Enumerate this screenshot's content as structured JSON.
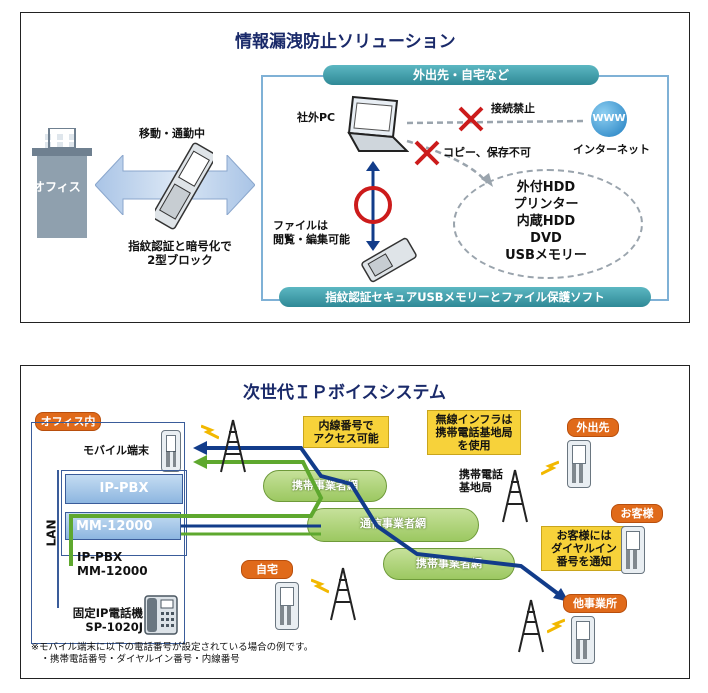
{
  "panel1": {
    "title": "情報漏洩防止ソリューション",
    "banner_top": "外出先・自宅など",
    "banner_bottom": "指紋認証セキュアUSBメモリーとファイル保護ソフト",
    "office_label": "オフィス",
    "moving_label": "移動・通勤中",
    "block_label": "指紋認証と暗号化で\n2型ブロック",
    "pc_label": "社外PC",
    "file_label": "ファイルは\n閲覧・編集可能",
    "connect_label": "接続禁止",
    "copy_label": "コピー、保存不可",
    "www_label": "WWW",
    "internet_label": "インターネット",
    "devices": [
      "外付HDD",
      "プリンター",
      "内蔵HDD",
      "DVD",
      "USBメモリー"
    ]
  },
  "panel2": {
    "title": "次世代ＩＰボイスシステム",
    "office_tag": "オフィス内",
    "mobile_label": "モバイル端末",
    "lan_label": "LAN",
    "ipbx_box": "IP-PBX",
    "mm_box": "MM-12000",
    "ipbx_name": "IP-PBX\nMM-12000",
    "fixed_phone": "固定IP電話機\nSP-1020J",
    "callout_ext": "内線番号で\nアクセス可能",
    "callout_wireless": "無線インフラは\n携帯電話基地局\nを使用",
    "callout_customer": "お客様には\nダイヤルイン\n番号を通知",
    "base_station": "携帯電話\n基地局",
    "cloud_mobile1": "携帯事業者網",
    "cloud_telecom": "通信事業者網",
    "cloud_mobile2": "携帯事業者網",
    "tag_outside": "外出先",
    "tag_customer": "お客様",
    "tag_home": "自宅",
    "tag_other": "他事業所",
    "footnote": "※モバイル端末に以下の電話番号が設定されている場合の例です。\n　・携帯電話番号・ダイヤルイン番号・内線番号"
  },
  "colors": {
    "teal": "#3f9aa6",
    "navy": "#123c8a",
    "green": "#5ea82e",
    "red": "#cc1b1b",
    "orange": "#e06a1a",
    "yellow": "#f7d23a"
  }
}
